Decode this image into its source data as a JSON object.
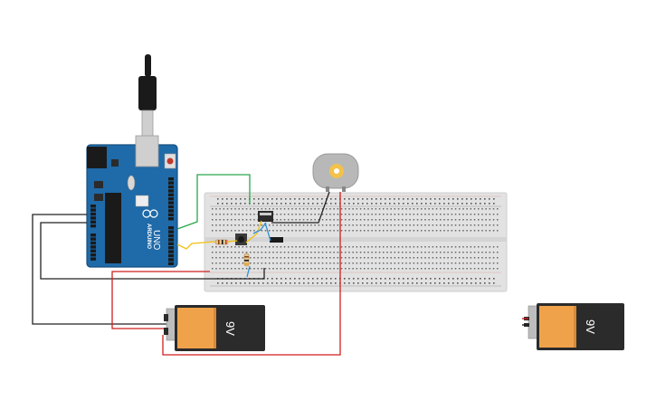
{
  "arduino": {
    "brand_text": "ARDUINO",
    "model_text": "UNO"
  },
  "batteries": [
    {
      "label": "9V"
    },
    {
      "label": "9V"
    }
  ],
  "colors": {
    "arduino_board": "#1f6aa8",
    "breadboard": "#e2e2e2",
    "battery_body": "#2b2b2b",
    "battery_label": "#f0a24a",
    "wire_red": "#d11f1f",
    "wire_black": "#222222",
    "wire_green": "#2aa84a",
    "wire_yellow": "#f2c010",
    "wire_blue": "#2a8fd6",
    "motor_body": "#b8b8b8",
    "motor_shaft": "#f2c24a"
  }
}
